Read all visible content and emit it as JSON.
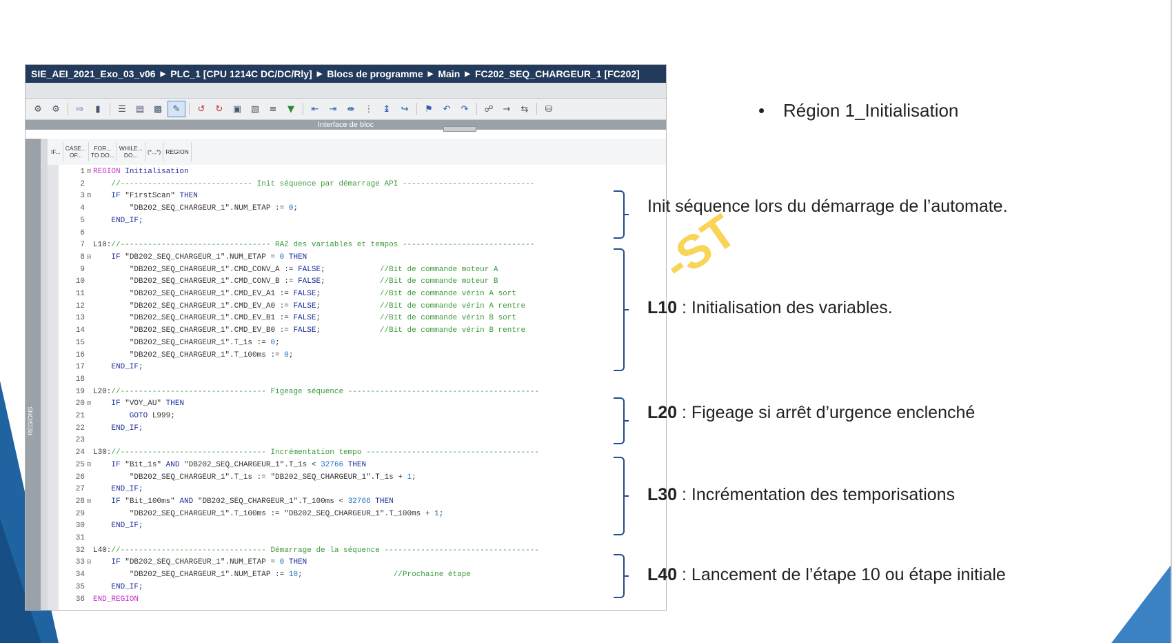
{
  "breadcrumb": {
    "items": [
      "SIE_AEI_2021_Exo_03_v06",
      "PLC_1 [CPU 1214C DC/DC/Rly]",
      "Blocs de programme",
      "Main",
      "FC202_SEQ_CHARGEUR_1 [FC202]"
    ]
  },
  "interface_label": "Interface de bloc",
  "regions_label": "REGIONS",
  "keywords": [
    "IF...",
    "CASE...\nOF...",
    "FOR...\nTO DO...",
    "WHILE...\nDO...",
    "(*...*)",
    "REGION"
  ],
  "toolbar": {
    "icons": [
      "compile-icon",
      "compile-all-icon",
      "insert-network-icon",
      "delete-network-icon",
      "list-icon",
      "export-icon",
      "print-icon",
      "snapshot-icon",
      "breakpoint-icon",
      "clear-breakpoint-icon",
      "monitor-icon",
      "monitor-off-icon",
      "format-icon",
      "go-icon",
      "indent-icon",
      "outdent-icon",
      "comment-icon",
      "uncomment-icon",
      "align-icon",
      "bookmark-icon",
      "goto-icon",
      "prev-icon",
      "next-icon",
      "cross-ref-icon",
      "link-icon",
      "unlink-icon",
      "download-icon"
    ]
  },
  "code": [
    [
      {
        "t": "REGION ",
        "c": "reg"
      },
      {
        "t": "Initialisation",
        "c": "kw"
      }
    ],
    [
      {
        "t": "    //----------------------------- Init séquence par démarrage API -----------------------------",
        "c": "cmt"
      }
    ],
    [
      {
        "t": "    IF ",
        "c": "kw"
      },
      {
        "t": "\"FirstScan\" ",
        "c": "str"
      },
      {
        "t": "THEN",
        "c": "kw"
      }
    ],
    [
      {
        "t": "        \"DB202_SEQ_CHARGEUR_1\".NUM_ETAP := ",
        "c": "str"
      },
      {
        "t": "0",
        "c": "num"
      },
      {
        "t": ";",
        "c": "str"
      }
    ],
    [
      {
        "t": "    END_IF;",
        "c": "kw"
      }
    ],
    [],
    [
      {
        "t": "L10:",
        "c": "tag"
      },
      {
        "t": "//--------------------------------- RAZ des variables et tempos -----------------------------",
        "c": "cmt"
      }
    ],
    [
      {
        "t": "    IF ",
        "c": "kw"
      },
      {
        "t": "\"DB202_SEQ_CHARGEUR_1\".NUM_ETAP = ",
        "c": "str"
      },
      {
        "t": "0 ",
        "c": "num"
      },
      {
        "t": "THEN",
        "c": "kw"
      }
    ],
    [
      {
        "t": "        \"DB202_SEQ_CHARGEUR_1\".CMD_CONV_A := ",
        "c": "str"
      },
      {
        "t": "FALSE",
        "c": "kw"
      },
      {
        "t": ";            ",
        "c": "str"
      },
      {
        "t": "//Bit de commande moteur A",
        "c": "cmt"
      }
    ],
    [
      {
        "t": "        \"DB202_SEQ_CHARGEUR_1\".CMD_CONV_B := ",
        "c": "str"
      },
      {
        "t": "FALSE",
        "c": "kw"
      },
      {
        "t": ";            ",
        "c": "str"
      },
      {
        "t": "//Bit de commande moteur B",
        "c": "cmt"
      }
    ],
    [
      {
        "t": "        \"DB202_SEQ_CHARGEUR_1\".CMD_EV_A1 := ",
        "c": "str"
      },
      {
        "t": "FALSE",
        "c": "kw"
      },
      {
        "t": ";             ",
        "c": "str"
      },
      {
        "t": "//Bit de commande vérin A sort",
        "c": "cmt"
      }
    ],
    [
      {
        "t": "        \"DB202_SEQ_CHARGEUR_1\".CMD_EV_A0 := ",
        "c": "str"
      },
      {
        "t": "FALSE",
        "c": "kw"
      },
      {
        "t": ";             ",
        "c": "str"
      },
      {
        "t": "//Bit de commande vérin A rentre",
        "c": "cmt"
      }
    ],
    [
      {
        "t": "        \"DB202_SEQ_CHARGEUR_1\".CMD_EV_B1 := ",
        "c": "str"
      },
      {
        "t": "FALSE",
        "c": "kw"
      },
      {
        "t": ";             ",
        "c": "str"
      },
      {
        "t": "//Bit de commande vérin B sort",
        "c": "cmt"
      }
    ],
    [
      {
        "t": "        \"DB202_SEQ_CHARGEUR_1\".CMD_EV_B0 := ",
        "c": "str"
      },
      {
        "t": "FALSE",
        "c": "kw"
      },
      {
        "t": ";             ",
        "c": "str"
      },
      {
        "t": "//Bit de commande vérin B rentre",
        "c": "cmt"
      }
    ],
    [
      {
        "t": "        \"DB202_SEQ_CHARGEUR_1\".T_1s := ",
        "c": "str"
      },
      {
        "t": "0",
        "c": "num"
      },
      {
        "t": ";",
        "c": "str"
      }
    ],
    [
      {
        "t": "        \"DB202_SEQ_CHARGEUR_1\".T_100ms := ",
        "c": "str"
      },
      {
        "t": "0",
        "c": "num"
      },
      {
        "t": ";",
        "c": "str"
      }
    ],
    [
      {
        "t": "    END_IF;",
        "c": "kw"
      }
    ],
    [],
    [
      {
        "t": "L20:",
        "c": "tag"
      },
      {
        "t": "//-------------------------------- Figeage séquence ------------------------------------------",
        "c": "cmt"
      }
    ],
    [
      {
        "t": "    IF ",
        "c": "kw"
      },
      {
        "t": "\"VOY_AU\" ",
        "c": "str"
      },
      {
        "t": "THEN",
        "c": "kw"
      }
    ],
    [
      {
        "t": "        GOTO ",
        "c": "kw"
      },
      {
        "t": "L999;",
        "c": "str"
      }
    ],
    [
      {
        "t": "    END_IF;",
        "c": "kw"
      }
    ],
    [],
    [
      {
        "t": "L30:",
        "c": "tag"
      },
      {
        "t": "//-------------------------------- Incrémentation tempo --------------------------------------",
        "c": "cmt"
      }
    ],
    [
      {
        "t": "    IF ",
        "c": "kw"
      },
      {
        "t": "\"Bit_1s\" ",
        "c": "str"
      },
      {
        "t": "AND ",
        "c": "kw"
      },
      {
        "t": "\"DB202_SEQ_CHARGEUR_1\".T_1s < ",
        "c": "str"
      },
      {
        "t": "32766 ",
        "c": "num"
      },
      {
        "t": "THEN",
        "c": "kw"
      }
    ],
    [
      {
        "t": "        \"DB202_SEQ_CHARGEUR_1\".T_1s := \"DB202_SEQ_CHARGEUR_1\".T_1s + ",
        "c": "str"
      },
      {
        "t": "1",
        "c": "num"
      },
      {
        "t": ";",
        "c": "str"
      }
    ],
    [
      {
        "t": "    END_IF;",
        "c": "kw"
      }
    ],
    [
      {
        "t": "    IF ",
        "c": "kw"
      },
      {
        "t": "\"Bit_100ms\" ",
        "c": "str"
      },
      {
        "t": "AND ",
        "c": "kw"
      },
      {
        "t": "\"DB202_SEQ_CHARGEUR_1\".T_100ms < ",
        "c": "str"
      },
      {
        "t": "32766 ",
        "c": "num"
      },
      {
        "t": "THEN",
        "c": "kw"
      }
    ],
    [
      {
        "t": "        \"DB202_SEQ_CHARGEUR_1\".T_100ms := \"DB202_SEQ_CHARGEUR_1\".T_100ms + ",
        "c": "str"
      },
      {
        "t": "1",
        "c": "num"
      },
      {
        "t": ";",
        "c": "str"
      }
    ],
    [
      {
        "t": "    END_IF;",
        "c": "kw"
      }
    ],
    [],
    [
      {
        "t": "L40:",
        "c": "tag"
      },
      {
        "t": "//-------------------------------- Démarrage de la séquence ----------------------------------",
        "c": "cmt"
      }
    ],
    [
      {
        "t": "    IF ",
        "c": "kw"
      },
      {
        "t": "\"DB202_SEQ_CHARGEUR_1\".NUM_ETAP = ",
        "c": "str"
      },
      {
        "t": "0 ",
        "c": "num"
      },
      {
        "t": "THEN",
        "c": "kw"
      }
    ],
    [
      {
        "t": "        \"DB202_SEQ_CHARGEUR_1\".NUM_ETAP := ",
        "c": "str"
      },
      {
        "t": "10",
        "c": "num"
      },
      {
        "t": ";                    ",
        "c": "str"
      },
      {
        "t": "//Prochaine étape",
        "c": "cmt"
      }
    ],
    [
      {
        "t": "    END_IF;",
        "c": "kw"
      }
    ],
    [
      {
        "t": "END_REGION",
        "c": "reg"
      }
    ]
  ],
  "folds": [
    1,
    3,
    8,
    20,
    25,
    28,
    33
  ],
  "bullet": {
    "symbol": "•",
    "text": "Région 1_Initialisation"
  },
  "annotations": [
    {
      "label": "",
      "text": "Init séquence lors du démarrage de l’automate."
    },
    {
      "label": "L10",
      "text": " : Initialisation des variables."
    },
    {
      "label": "L20",
      "text": " : Figeage si arrêt d’urgence enclenché"
    },
    {
      "label": "L30",
      "text": " : Incrémentation des temporisations"
    },
    {
      "label": "L40",
      "text": " : Lancement de l’étape 10 ou étape initiale"
    }
  ],
  "watermark": "-ST",
  "colors": {
    "accent": "#1f4e8c",
    "breadcrumb_bg": "#223a5c",
    "slide_blue": "#1f63a0"
  }
}
